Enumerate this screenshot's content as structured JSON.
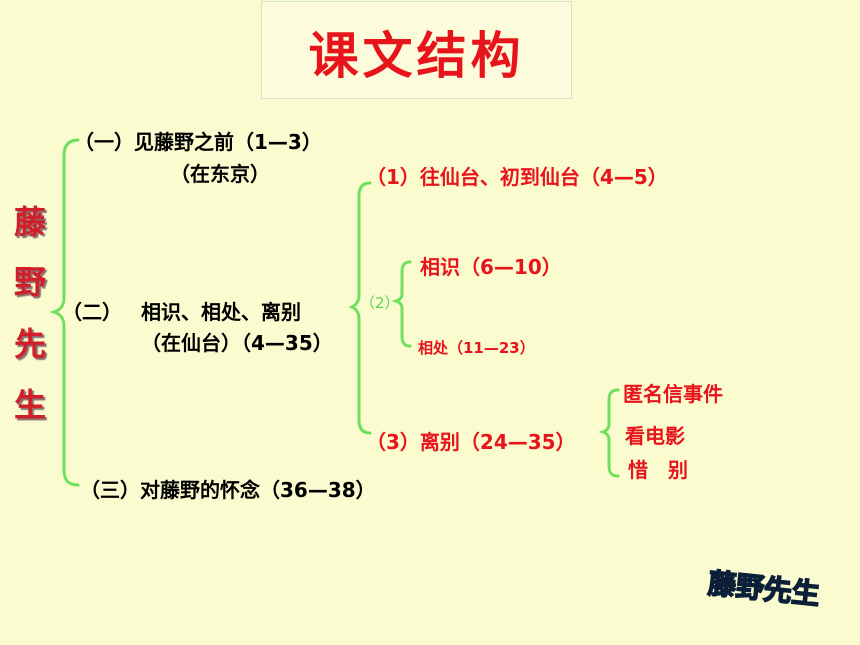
{
  "title": "课文结构",
  "subject_chars": [
    "藤",
    "野",
    "先",
    "生"
  ],
  "part1": {
    "label": "（一）见藤野之前（1—3）",
    "place": "（在东京）"
  },
  "part2": {
    "label": "（二）",
    "text": "相识、相处、离别",
    "place": "（在仙台）（4—35）",
    "sub1": "（1）往仙台、初到仙台（4—5）",
    "sub2": "（2）",
    "sub2_a": "相识（6—10）",
    "sub2_b": "相处（11—23）",
    "sub3": "（3）离别（24—35）",
    "sub3_items": [
      "匿名信事件",
      "看电影",
      "惜　别"
    ]
  },
  "part3": {
    "label": "（三）对藤野的怀念（36—38）"
  },
  "logo_text": "藤野先生",
  "colors": {
    "background": "#fbfbd0",
    "title_red": "#e8141c",
    "bracket_green": "#6ee05c"
  }
}
